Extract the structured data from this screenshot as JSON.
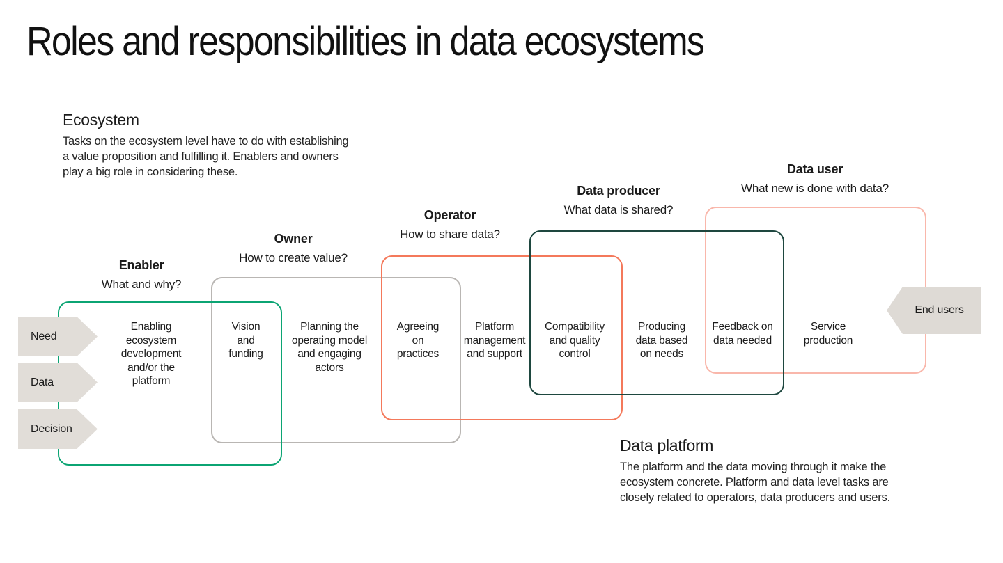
{
  "title": "Roles and responsibilities in data ecosystems",
  "notes": {
    "ecosystem": {
      "heading": "Ecosystem",
      "body": "Tasks on the ecosystem level have to do with establishing\na value proposition and fulfilling it. Enablers and owners\nplay a big role in considering these."
    },
    "data_platform": {
      "heading": "Data platform",
      "body": "The platform and the data moving through it make the\necosystem concrete. Platform and data level tasks are\nclosely related to operators, data producers and users."
    }
  },
  "roles": [
    {
      "name": "Enabler",
      "question": "What and why?",
      "color": "#0ba473"
    },
    {
      "name": "Owner",
      "question": "How to create value?",
      "color": "#b9b6b3"
    },
    {
      "name": "Operator",
      "question": "How to share data?",
      "color": "#f4795b"
    },
    {
      "name": "Data producer",
      "question": "What data is shared?",
      "color": "#1e473f"
    },
    {
      "name": "Data user",
      "question": "What new is done with data?",
      "color": "#f9b7ab"
    }
  ],
  "tasks": [
    {
      "text": "Enabling\necosystem\ndevelopment\nand/or the\nplatform"
    },
    {
      "text": "Vision\nand\nfunding"
    },
    {
      "text": "Planning the\noperating model\nand engaging\nactors"
    },
    {
      "text": "Agreeing\non\npractices"
    },
    {
      "text": "Platform\nmanagement\nand support"
    },
    {
      "text": "Compatibility\nand quality\ncontrol"
    },
    {
      "text": "Producing\ndata based\non needs"
    },
    {
      "text": "Feedback on\ndata needed"
    },
    {
      "text": "Service\nproduction"
    }
  ],
  "inputs": [
    {
      "label": "Need"
    },
    {
      "label": "Data"
    },
    {
      "label": "Decision"
    }
  ],
  "output": {
    "label": "End users"
  },
  "colors": {
    "enabler_border": "#0ba473",
    "owner_border": "#b9b6b3",
    "operator_border": "#f4795b",
    "producer_border": "#1e473f",
    "user_border": "#f9b7ab",
    "arrow_fill": "#e1ddd8",
    "text": "#1b1b1b",
    "background": "#ffffff"
  }
}
